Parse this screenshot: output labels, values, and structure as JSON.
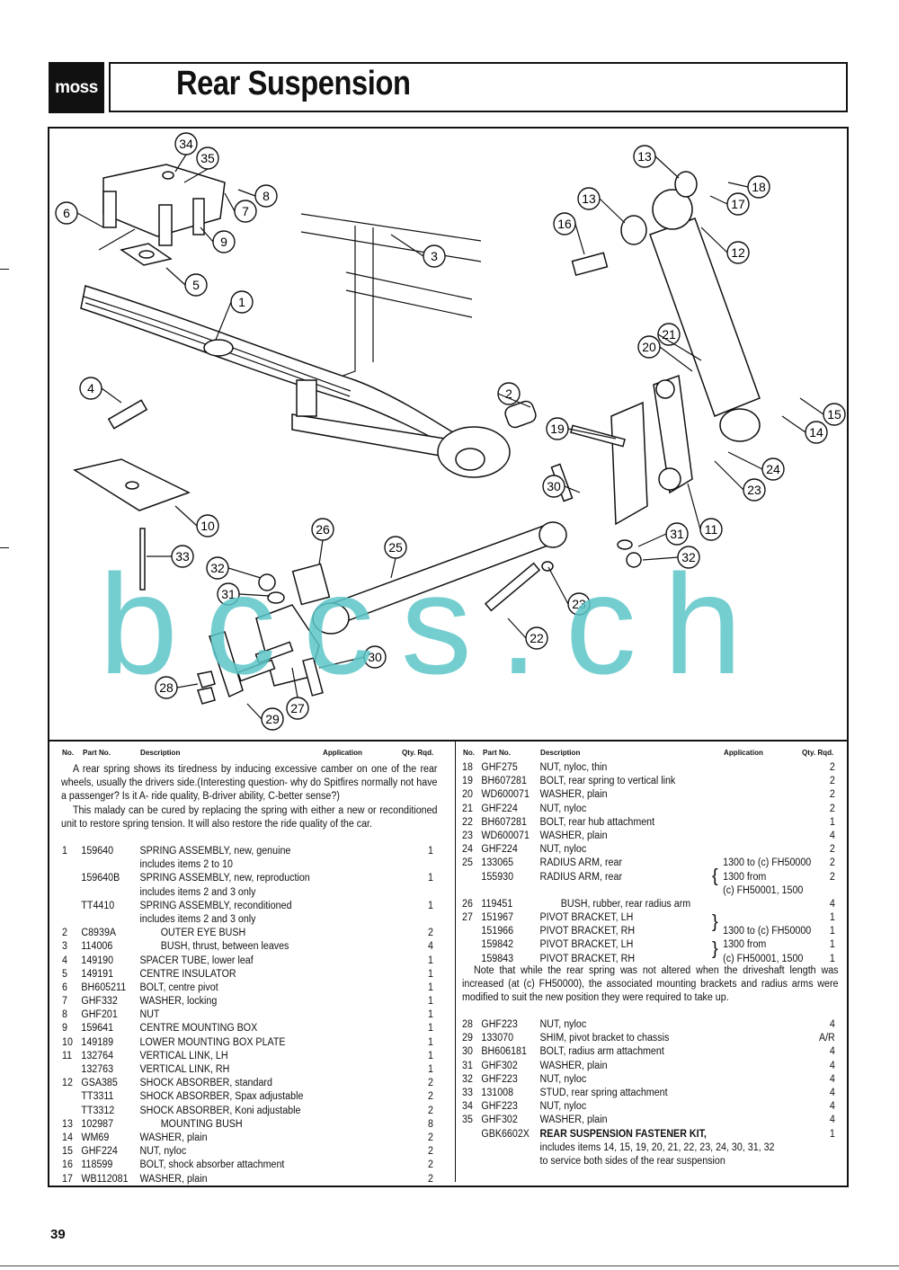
{
  "header": {
    "logo": "moss",
    "title": "Rear Suspension"
  },
  "watermark": "bccs.ch",
  "page_number": "39",
  "columns": {
    "no": "No.",
    "part": "Part No.",
    "desc": "Description",
    "app": "Application",
    "qty": "Qty. Rqd."
  },
  "intro": [
    "A rear spring shows its tiredness by inducing excessive camber on one of the rear wheels, usually the drivers side.(Interesting question- why do Spitfires normally not have a passenger? Is it A- ride quality, B-driver ability, C-better sense?)",
    "This malady can be cured by replacing the spring with either a new or reconditioned unit to restore spring tension. It will also restore the ride quality of the car."
  ],
  "left_rows": [
    {
      "no": "1",
      "part": "159640",
      "desc": "SPRING ASSEMBLY, new, genuine",
      "qty": "1"
    },
    {
      "no": "",
      "part": "",
      "desc": "includes items 2 to 10",
      "qty": ""
    },
    {
      "no": "",
      "part": "159640B",
      "desc": "SPRING ASSEMBLY, new, reproduction",
      "qty": "1"
    },
    {
      "no": "",
      "part": "",
      "desc": "includes items 2 and 3 only",
      "qty": ""
    },
    {
      "no": "",
      "part": "TT4410",
      "desc": "SPRING ASSEMBLY, reconditioned",
      "qty": "1"
    },
    {
      "no": "",
      "part": "",
      "desc": "includes items 2 and 3 only",
      "qty": ""
    },
    {
      "no": "2",
      "part": "C8939A",
      "desc": "OUTER EYE BUSH",
      "qty": "2",
      "indent": true
    },
    {
      "no": "3",
      "part": "114006",
      "desc": "BUSH, thrust, between leaves",
      "qty": "4",
      "indent": true
    },
    {
      "no": "4",
      "part": "149190",
      "desc": "SPACER TUBE, lower leaf",
      "qty": "1"
    },
    {
      "no": "5",
      "part": "149191",
      "desc": "CENTRE INSULATOR",
      "qty": "1"
    },
    {
      "no": "6",
      "part": "BH605211",
      "desc": "BOLT, centre pivot",
      "qty": "1"
    },
    {
      "no": "7",
      "part": "GHF332",
      "desc": "WASHER, locking",
      "qty": "1"
    },
    {
      "no": "8",
      "part": "GHF201",
      "desc": "NUT",
      "qty": "1"
    },
    {
      "no": "9",
      "part": "159641",
      "desc": "CENTRE MOUNTING BOX",
      "qty": "1"
    },
    {
      "no": "10",
      "part": "149189",
      "desc": "LOWER MOUNTING BOX PLATE",
      "qty": "1"
    },
    {
      "no": "11",
      "part": "132764",
      "desc": "VERTICAL LINK, LH",
      "qty": "1"
    },
    {
      "no": "",
      "part": "132763",
      "desc": "VERTICAL LINK, RH",
      "qty": "1"
    },
    {
      "no": "12",
      "part": "GSA385",
      "desc": "SHOCK ABSORBER, standard",
      "qty": "2"
    },
    {
      "no": "",
      "part": "TT3311",
      "desc": "SHOCK ABSORBER, Spax adjustable",
      "qty": "2"
    },
    {
      "no": "",
      "part": "TT3312",
      "desc": "SHOCK ABSORBER, Koni adjustable",
      "qty": "2"
    },
    {
      "no": "13",
      "part": "102987",
      "desc": "MOUNTING BUSH",
      "qty": "8",
      "indent": true
    },
    {
      "no": "14",
      "part": "WM69",
      "desc": "WASHER, plain",
      "qty": "2"
    },
    {
      "no": "15",
      "part": "GHF224",
      "desc": "NUT, nyloc",
      "qty": "2"
    },
    {
      "no": "16",
      "part": "118599",
      "desc": "BOLT, shock absorber attachment",
      "qty": "2"
    },
    {
      "no": "17",
      "part": "WB112081",
      "desc": "WASHER, plain",
      "qty": "2"
    }
  ],
  "right_rows_a": [
    {
      "no": "18",
      "part": "GHF275",
      "desc": "NUT, nyloc, thin",
      "app": "",
      "qty": "2"
    },
    {
      "no": "19",
      "part": "BH607281",
      "desc": "BOLT, rear spring to vertical link",
      "app": "",
      "qty": "2"
    },
    {
      "no": "20",
      "part": "WD600071",
      "desc": "WASHER, plain",
      "app": "",
      "qty": "2"
    },
    {
      "no": "21",
      "part": "GHF224",
      "desc": "NUT, nyloc",
      "app": "",
      "qty": "2"
    },
    {
      "no": "22",
      "part": "BH607281",
      "desc": "BOLT, rear hub attachment",
      "app": "",
      "qty": "1"
    },
    {
      "no": "23",
      "part": "WD600071",
      "desc": "WASHER, plain",
      "app": "",
      "qty": "4"
    },
    {
      "no": "24",
      "part": "GHF224",
      "desc": "NUT, nyloc",
      "app": "",
      "qty": "2"
    },
    {
      "no": "25",
      "part": "133065",
      "desc": "RADIUS ARM, rear",
      "app": "1300 to (c) FH50000",
      "qty": "2"
    },
    {
      "no": "",
      "part": "155930",
      "desc": "RADIUS ARM, rear",
      "app": "1300 from",
      "qty": "2"
    },
    {
      "no": "",
      "part": "",
      "desc": "",
      "app": "(c) FH50001, 1500",
      "qty": ""
    },
    {
      "no": "26",
      "part": "119451",
      "desc": "BUSH, rubber, rear radius arm",
      "app": "",
      "qty": "4",
      "indent": true
    },
    {
      "no": "27",
      "part": "151967",
      "desc": "PIVOT BRACKET, LH",
      "app": "",
      "qty": "1"
    },
    {
      "no": "",
      "part": "151966",
      "desc": "PIVOT BRACKET, RH",
      "app": "1300 to (c) FH50000",
      "qty": "1"
    },
    {
      "no": "",
      "part": "159842",
      "desc": "PIVOT BRACKET, LH",
      "app": "1300 from",
      "qty": "1"
    },
    {
      "no": "",
      "part": "159843",
      "desc": "PIVOT BRACKET, RH",
      "app": "(c) FH50001, 1500",
      "qty": "1"
    }
  ],
  "note": "Note that while the rear spring was not altered when the driveshaft length was increased (at (c) FH50000), the associated mounting brackets and radius arms were modified to suit the new position they were required to take up.",
  "right_rows_b": [
    {
      "no": "28",
      "part": "GHF223",
      "desc": "NUT, nyloc",
      "qty": "4"
    },
    {
      "no": "29",
      "part": "133070",
      "desc": "SHIM, pivot bracket to chassis",
      "qty": "A/R"
    },
    {
      "no": "30",
      "part": "BH606181",
      "desc": "BOLT, radius arm attachment",
      "qty": "4"
    },
    {
      "no": "31",
      "part": "GHF302",
      "desc": "WASHER, plain",
      "qty": "4"
    },
    {
      "no": "32",
      "part": "GHF223",
      "desc": "NUT, nyloc",
      "qty": "4"
    },
    {
      "no": "33",
      "part": "131008",
      "desc": "STUD, rear spring attachment",
      "qty": "4"
    },
    {
      "no": "34",
      "part": "GHF223",
      "desc": "NUT, nyloc",
      "qty": "4"
    },
    {
      "no": "35",
      "part": "GHF302",
      "desc": "WASHER, plain",
      "qty": "4"
    },
    {
      "no": "",
      "part": "GBK6602X",
      "desc": "REAR SUSPENSION FASTENER KIT,",
      "qty": "1",
      "bold": true
    },
    {
      "no": "",
      "part": "",
      "desc": "includes items 14, 15, 19, 20, 21, 22, 23, 24, 30, 31, 32",
      "qty": ""
    },
    {
      "no": "",
      "part": "",
      "desc": "to service both sides of the rear suspension",
      "qty": ""
    }
  ],
  "callouts": [
    "34",
    "35",
    "8",
    "7",
    "6",
    "9",
    "3",
    "5",
    "1",
    "4",
    "2",
    "10",
    "33",
    "32",
    "31",
    "30",
    "28",
    "29",
    "27",
    "26",
    "25",
    "22",
    "23",
    "13",
    "13",
    "18",
    "17",
    "16",
    "12",
    "21",
    "20",
    "19",
    "15",
    "14",
    "24",
    "23",
    "30",
    "11",
    "31",
    "32"
  ]
}
